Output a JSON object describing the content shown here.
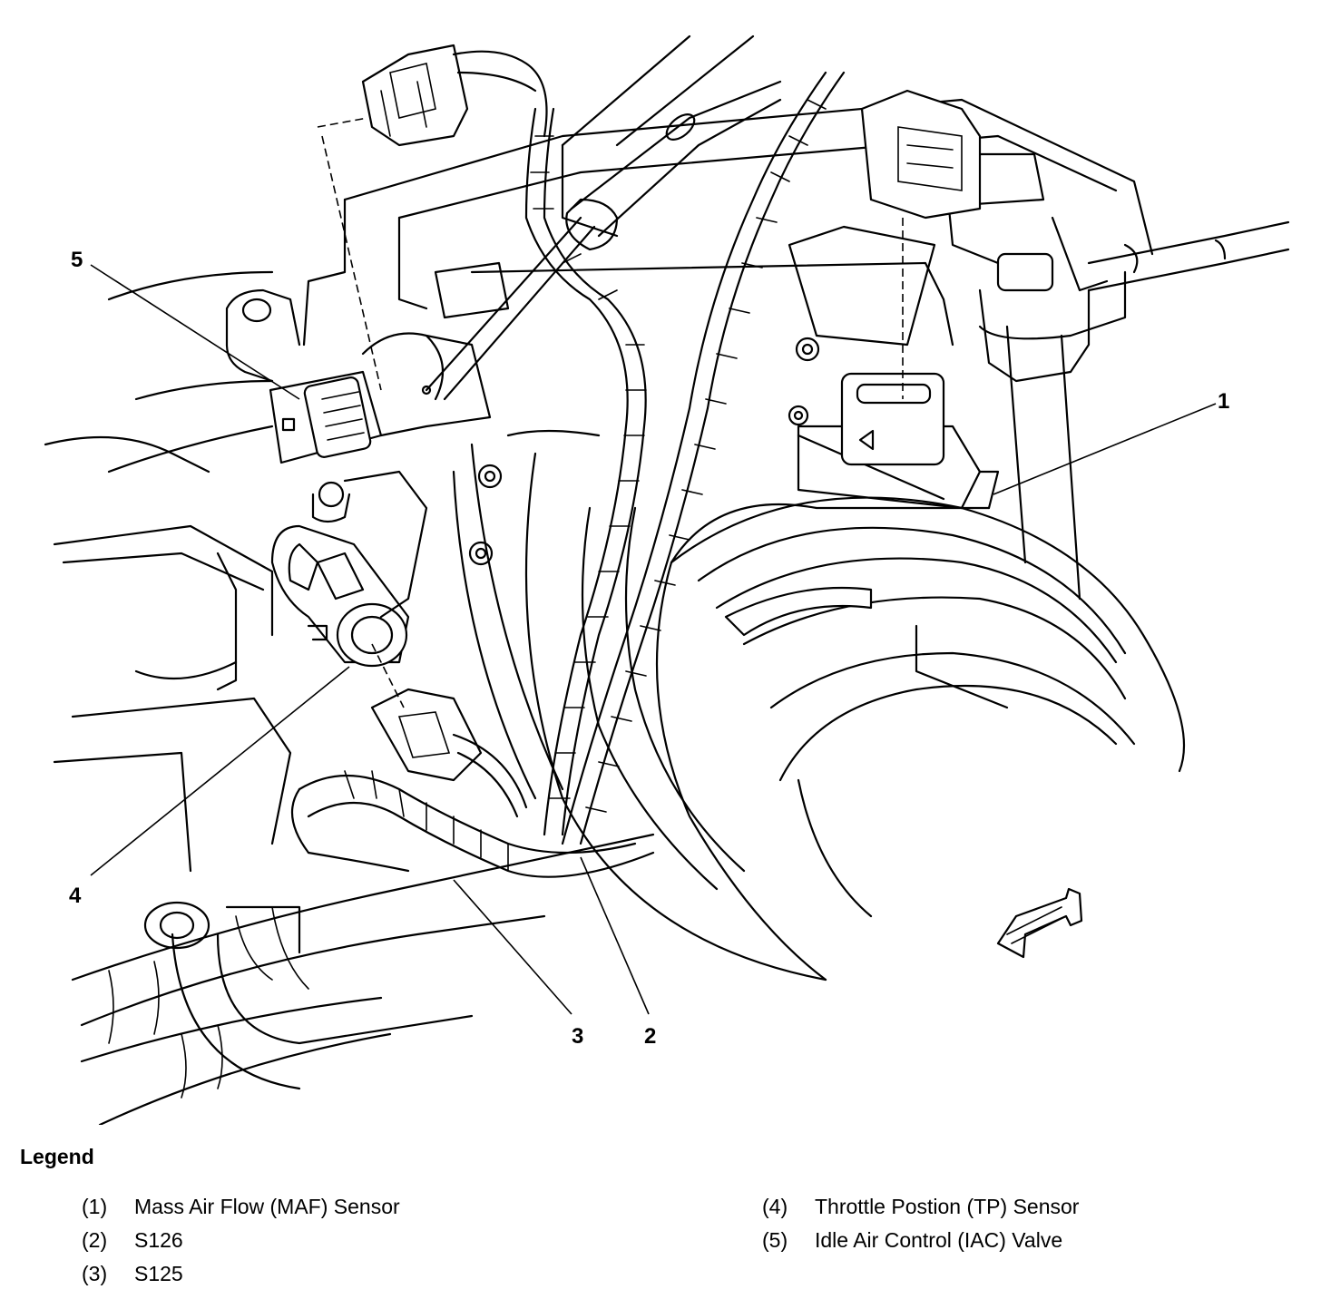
{
  "callouts": [
    "1",
    "2",
    "3",
    "4",
    "5"
  ],
  "legend": {
    "title": "Legend",
    "left": [
      {
        "num": "(1)",
        "text": "Mass Air Flow (MAF) Sensor"
      },
      {
        "num": "(2)",
        "text": "S126"
      },
      {
        "num": "(3)",
        "text": "S125"
      }
    ],
    "right": [
      {
        "num": "(4)",
        "text": "Throttle Postion (TP) Sensor"
      },
      {
        "num": "(5)",
        "text": "Idle Air Control (IAC) Valve"
      }
    ]
  }
}
